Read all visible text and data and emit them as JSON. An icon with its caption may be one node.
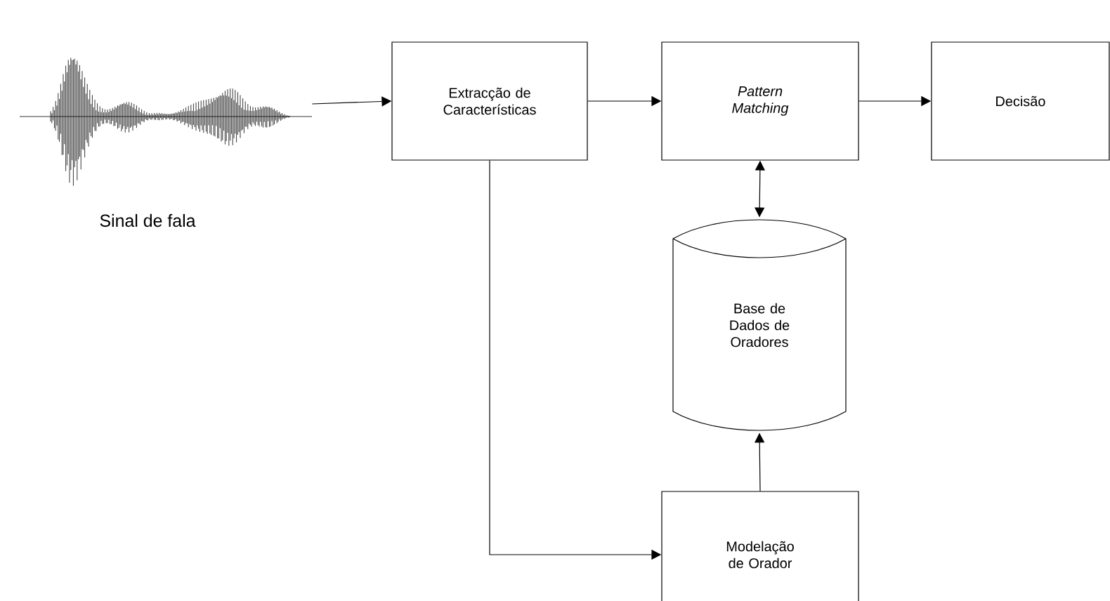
{
  "diagram": {
    "nodes": [
      {
        "text": [],
        "shape": "picture",
        "beside": [
          "Sinal de fala"
        ]
      },
      {
        "text": [
          "Extracção de Características"
        ]
      },
      {
        "text": [
          "Pattern Matching"
        ]
      },
      {
        "text": [
          "Decisão"
        ]
      },
      {
        "text": [
          "Base de Dados de Oradores"
        ]
      },
      {
        "text": [
          "Modelação de Orador"
        ]
      }
    ],
    "edges": [
      {
        "from": 0,
        "to": 1,
        "arrow": "to"
      },
      {
        "from": 1,
        "to": 2,
        "arrow": "to"
      },
      {
        "from": 2,
        "to": 3,
        "arrow": "to"
      },
      {
        "from": 2,
        "to": 4,
        "arrow": "both"
      },
      {
        "from": 5,
        "to": 4,
        "arrow": "to"
      },
      {
        "from": 1,
        "to": 5,
        "arrow": "to"
      }
    ]
  }
}
